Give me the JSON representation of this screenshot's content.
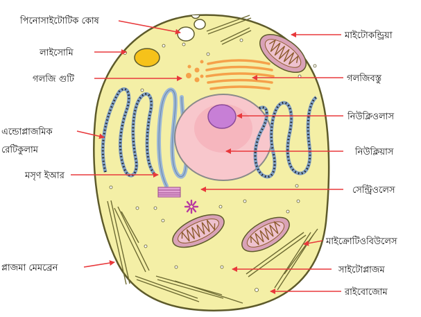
{
  "colors": {
    "cytoplasm": "#f4efa6",
    "membrane": "#5d5a2a",
    "arrow": "#e8383b",
    "nucleus": "#f8c7cc",
    "nucleolus": "#c77fd6",
    "golgi": "#f5a14a",
    "mito_outer": "#d9a2b7",
    "mito_inner": "#8c5a2c",
    "er_blue": "#9bb7d6",
    "lysosome": "#f6c21a"
  },
  "labels": [
    {
      "id": "pinocytotic",
      "text": "পিনোসাইটোটিক কোষ",
      "side": "left"
    },
    {
      "id": "lysosome",
      "text": "লাইসোমি",
      "side": "left"
    },
    {
      "id": "golgi-body",
      "text": "গলজি গুটি",
      "side": "left"
    },
    {
      "id": "rough-er-1",
      "text": "এন্ডোপ্লাজমিক",
      "side": "left"
    },
    {
      "id": "rough-er-2",
      "text": "রেটিকুলাম",
      "side": "left"
    },
    {
      "id": "smooth-er",
      "text": "মসৃণ ইআর",
      "side": "left"
    },
    {
      "id": "plasma-membrane",
      "text": "প্লাজমা মেমব্রেন",
      "side": "left"
    },
    {
      "id": "mitochondria",
      "text": "মাইটোকন্ড্রিয়া",
      "side": "right"
    },
    {
      "id": "golgi-apparatus",
      "text": "গলজিবস্তু",
      "side": "right"
    },
    {
      "id": "nucleolus",
      "text": "নিউক্লিওলাস",
      "side": "right"
    },
    {
      "id": "nucleus",
      "text": "নিউক্লিয়াস",
      "side": "right"
    },
    {
      "id": "centrioles",
      "text": "সেন্ট্রিওলেস",
      "side": "right"
    },
    {
      "id": "microtubules",
      "text": "মাইক্রোটিওবিউলেস",
      "side": "right"
    },
    {
      "id": "cytoplasm",
      "text": "সাইটোপ্লাজম",
      "side": "right"
    },
    {
      "id": "ribosome",
      "text": "রাইবোজোম",
      "side": "right"
    }
  ]
}
